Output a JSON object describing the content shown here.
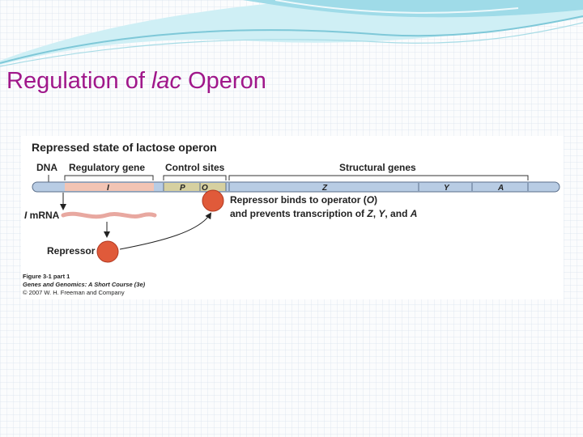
{
  "slide": {
    "title_plain": "Regulation of ",
    "title_italic": "lac",
    "title_rest": " Operon"
  },
  "figure": {
    "heading": "Repressed state of lactose operon",
    "labels": {
      "dna": "DNA",
      "regulatory_gene": "Regulatory gene",
      "control_sites": "Control sites",
      "structural_genes": "Structural genes",
      "mrna_italic": "I",
      "mrna_rest": " mRNA",
      "repressor": "Repressor"
    },
    "segments": {
      "i": "I",
      "p": "P",
      "o": "O",
      "z": "Z",
      "y": "Y",
      "a": "A"
    },
    "annotation": {
      "line1_pre": "Repressor binds to operator (",
      "line1_o": "O",
      "line1_post": ")",
      "line2_pre": "and prevents transcription of ",
      "line2_z": "Z",
      "line2_sep1": ", ",
      "line2_y": "Y",
      "line2_sep2": ", and ",
      "line2_a": "A"
    },
    "caption": {
      "line1": "Figure 3-1 part 1",
      "line2": "Genes and Genomics: A Short Course (3e)",
      "line3": "© 2007 W. H. Freeman and Company"
    },
    "colors": {
      "title": "#a0178a",
      "dna_bar": "#b8cce4",
      "regulatory_gene": "#f2c4b4",
      "control_sites": "#d6d0a0",
      "repressor": "#e05a3a",
      "mrna": "#e8a8a0",
      "swoosh": "#7ec8d8"
    }
  }
}
